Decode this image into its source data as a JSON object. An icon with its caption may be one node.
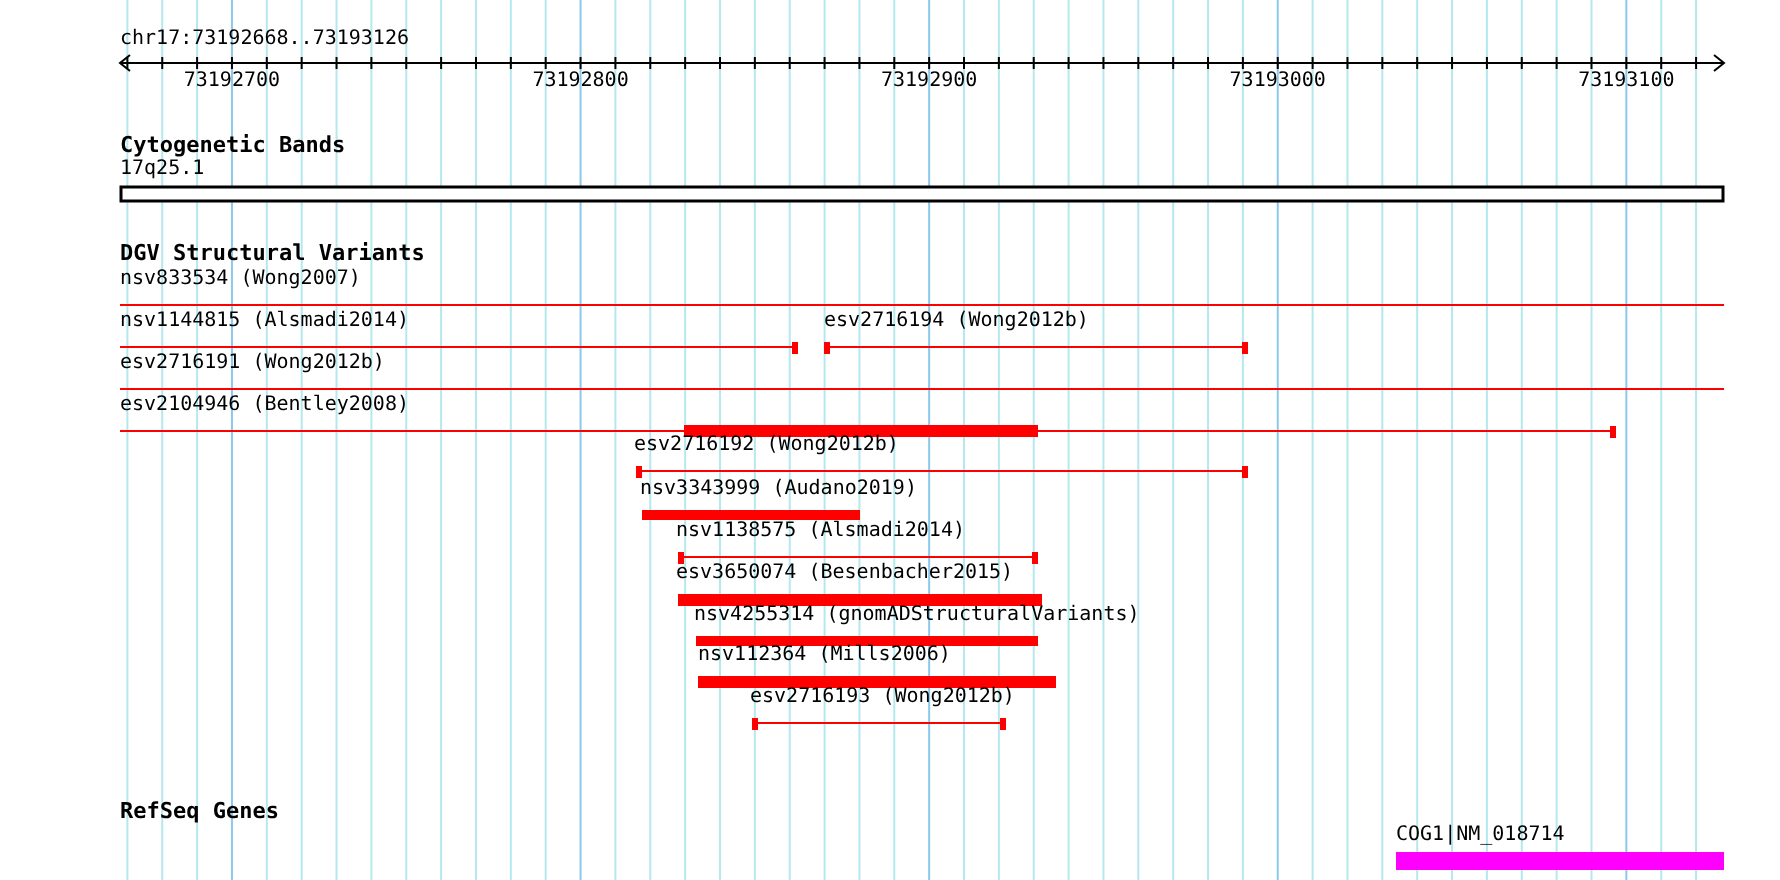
{
  "diagram": {
    "nodes": [
      {
        "text": [
          "17q25.1"
        ]
      },
      {
        "text": [
          "nsv833534 (Wong2007)"
        ]
      },
      {
        "text": [
          "nsv1144815 (Alsmadi2014)"
        ]
      },
      {
        "text": [
          "esv2716194 (Wong2012b)"
        ]
      },
      {
        "text": [
          "esv2716191 (Wong2012b)"
        ]
      },
      {
        "text": [
          "esv2104946 (Bentley2008)"
        ]
      },
      {
        "text": [
          "esv2716192 (Wong2012b)"
        ]
      },
      {
        "text": [
          "nsv3343999 (Audano2019)"
        ]
      },
      {
        "text": [
          "nsv1138575 (Alsmadi2014)"
        ]
      },
      {
        "text": [
          "esv3650074 (Besenbacher2015)"
        ]
      },
      {
        "text": [
          "nsv4255314 (gnomADStructuralVariants)"
        ]
      },
      {
        "text": [
          "nsv112364 (Mills2006)"
        ]
      },
      {
        "text": [
          "esv2716193 (Wong2012b)"
        ]
      },
      {
        "text": [
          "COG1|NM_018714"
        ]
      }
    ],
    "labels": [
      "chr17:73192668..73193126",
      "73192700",
      "73192800",
      "73192900",
      "73193000",
      "73193100",
      "Cytogenetic Bands",
      "DGV Structural Variants",
      "RefSeq Genes"
    ]
  }
}
